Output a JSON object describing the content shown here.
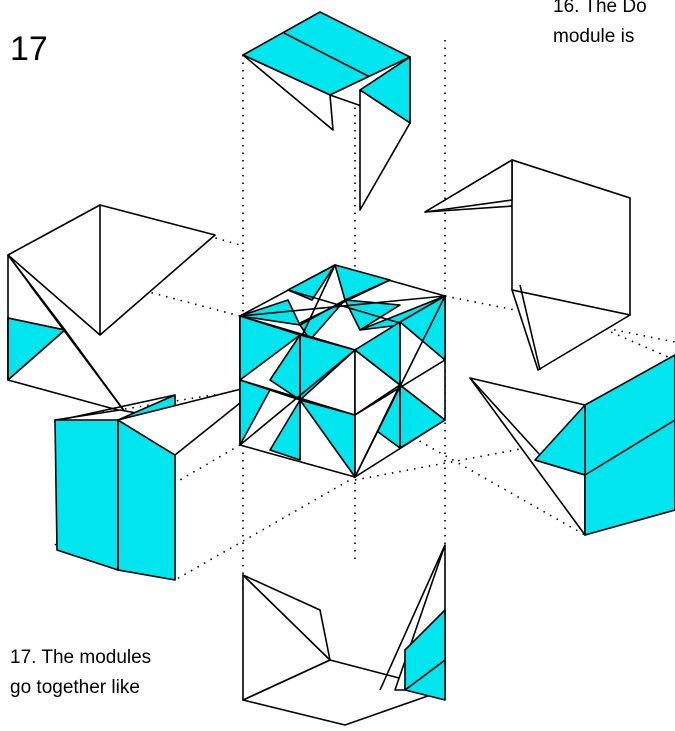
{
  "step_number": "17",
  "caption_top": {
    "line1": "16. The Do",
    "line2": "module is"
  },
  "caption_bottom": {
    "line1": "17. The modules",
    "line2": "go together like"
  },
  "colors": {
    "fill": "#00e5ee",
    "line": "#000000",
    "guide": "#000000",
    "background": "#ffffff"
  }
}
